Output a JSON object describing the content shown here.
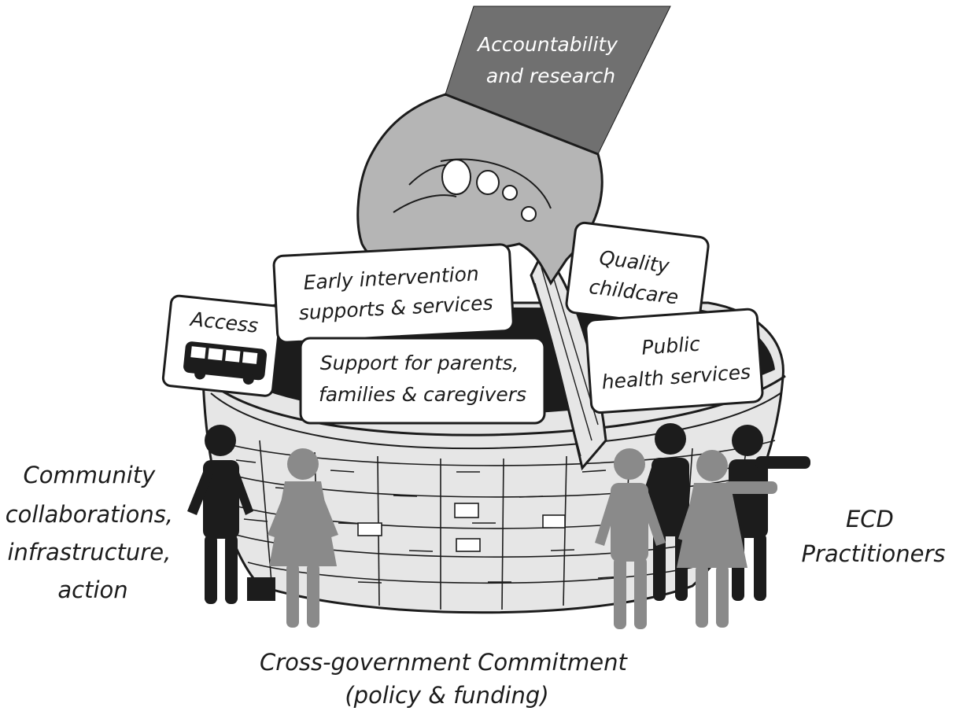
{
  "cuff": {
    "lines": [
      "Accountability",
      "and research"
    ]
  },
  "cards": {
    "access": {
      "label": "Access",
      "icon": "bus-icon"
    },
    "early_intervention": {
      "lines": [
        "Early intervention",
        "supports & services"
      ]
    },
    "quality_childcare": {
      "lines": [
        "Quality",
        "childcare"
      ]
    },
    "public_health": {
      "lines": [
        "Public",
        "health services"
      ]
    },
    "support_parents": {
      "lines": [
        "Support for parents,",
        "families & caregivers"
      ]
    }
  },
  "labels": {
    "community": [
      "Community",
      "collaborations,",
      "infrastructure,",
      "action"
    ],
    "ecd": [
      "ECD",
      "Practitioners"
    ],
    "commitment": [
      "Cross-government Commitment",
      "(policy & funding)"
    ]
  },
  "colors": {
    "dark": "#1c1c1c",
    "mid_gray": "#8a8a8a",
    "sleeve_gray": "#707070",
    "hand_gray": "#b5b5b5",
    "basket": "#e6e6e6",
    "card": "#ffffff"
  }
}
